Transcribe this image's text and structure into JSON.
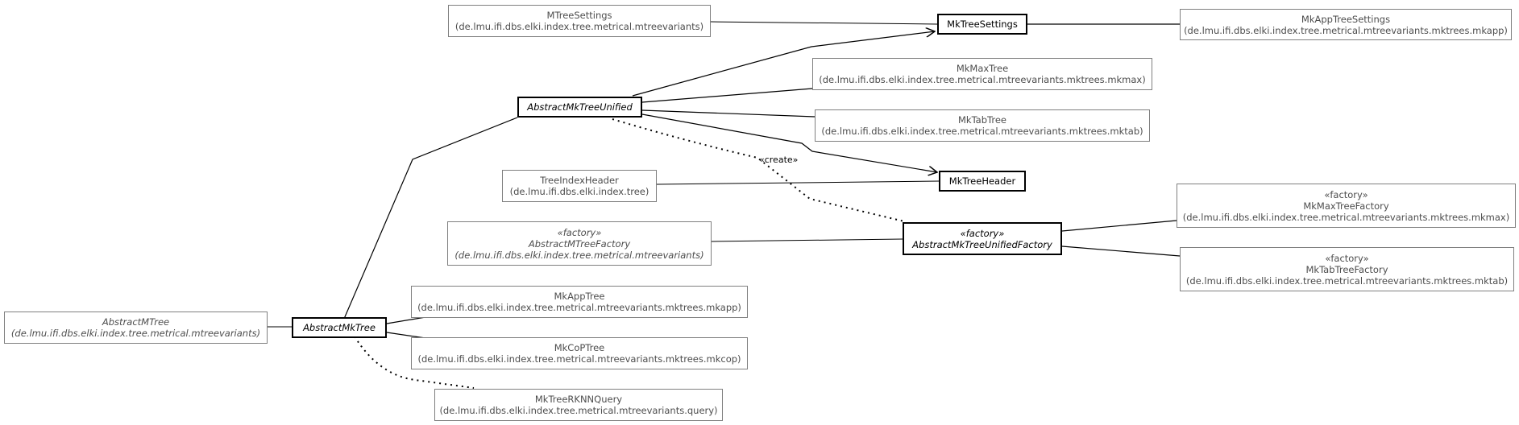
{
  "nodes": {
    "mtree_settings": {
      "name": "MTreeSettings",
      "pkg": "(de.lmu.ifi.dbs.elki.index.tree.metrical.mtreevariants)"
    },
    "mk_tree_settings": {
      "name": "MkTreeSettings"
    },
    "mk_app_tree_settings": {
      "name": "MkAppTreeSettings",
      "pkg": "(de.lmu.ifi.dbs.elki.index.tree.metrical.mtreevariants.mktrees.mkapp)"
    },
    "mk_max_tree": {
      "name": "MkMaxTree",
      "pkg": "(de.lmu.ifi.dbs.elki.index.tree.metrical.mtreevariants.mktrees.mkmax)"
    },
    "abstract_mk_tree_unified": {
      "name": "AbstractMkTreeUnified"
    },
    "mk_tab_tree": {
      "name": "MkTabTree",
      "pkg": "(de.lmu.ifi.dbs.elki.index.tree.metrical.mtreevariants.mktrees.mktab)"
    },
    "tree_index_header": {
      "name": "TreeIndexHeader",
      "pkg": "(de.lmu.ifi.dbs.elki.index.tree)"
    },
    "mk_tree_header": {
      "name": "MkTreeHeader"
    },
    "abstract_mtree_factory": {
      "stereo": "«factory»",
      "name": "AbstractMTreeFactory",
      "pkg": "(de.lmu.ifi.dbs.elki.index.tree.metrical.mtreevariants)"
    },
    "abstract_mk_tree_unified_factory": {
      "stereo": "«factory»",
      "name": "AbstractMkTreeUnifiedFactory"
    },
    "mk_max_tree_factory": {
      "stereo": "«factory»",
      "name": "MkMaxTreeFactory",
      "pkg": "(de.lmu.ifi.dbs.elki.index.tree.metrical.mtreevariants.mktrees.mkmax)"
    },
    "mk_tab_tree_factory": {
      "stereo": "«factory»",
      "name": "MkTabTreeFactory",
      "pkg": "(de.lmu.ifi.dbs.elki.index.tree.metrical.mtreevariants.mktrees.mktab)"
    },
    "mk_app_tree": {
      "name": "MkAppTree",
      "pkg": "(de.lmu.ifi.dbs.elki.index.tree.metrical.mtreevariants.mktrees.mkapp)"
    },
    "abstract_mtree": {
      "name": "AbstractMTree",
      "pkg": "(de.lmu.ifi.dbs.elki.index.tree.metrical.mtreevariants)"
    },
    "abstract_mk_tree": {
      "name": "AbstractMkTree"
    },
    "mk_cop_tree": {
      "name": "MkCoPTree",
      "pkg": "(de.lmu.ifi.dbs.elki.index.tree.metrical.mtreevariants.mktrees.mkcop)"
    },
    "mk_tree_rknn_query": {
      "name": "MkTreeRKNNQuery",
      "pkg": "(de.lmu.ifi.dbs.elki.index.tree.metrical.mtreevariants.query)"
    }
  },
  "edge_labels": {
    "create": "«create»"
  }
}
